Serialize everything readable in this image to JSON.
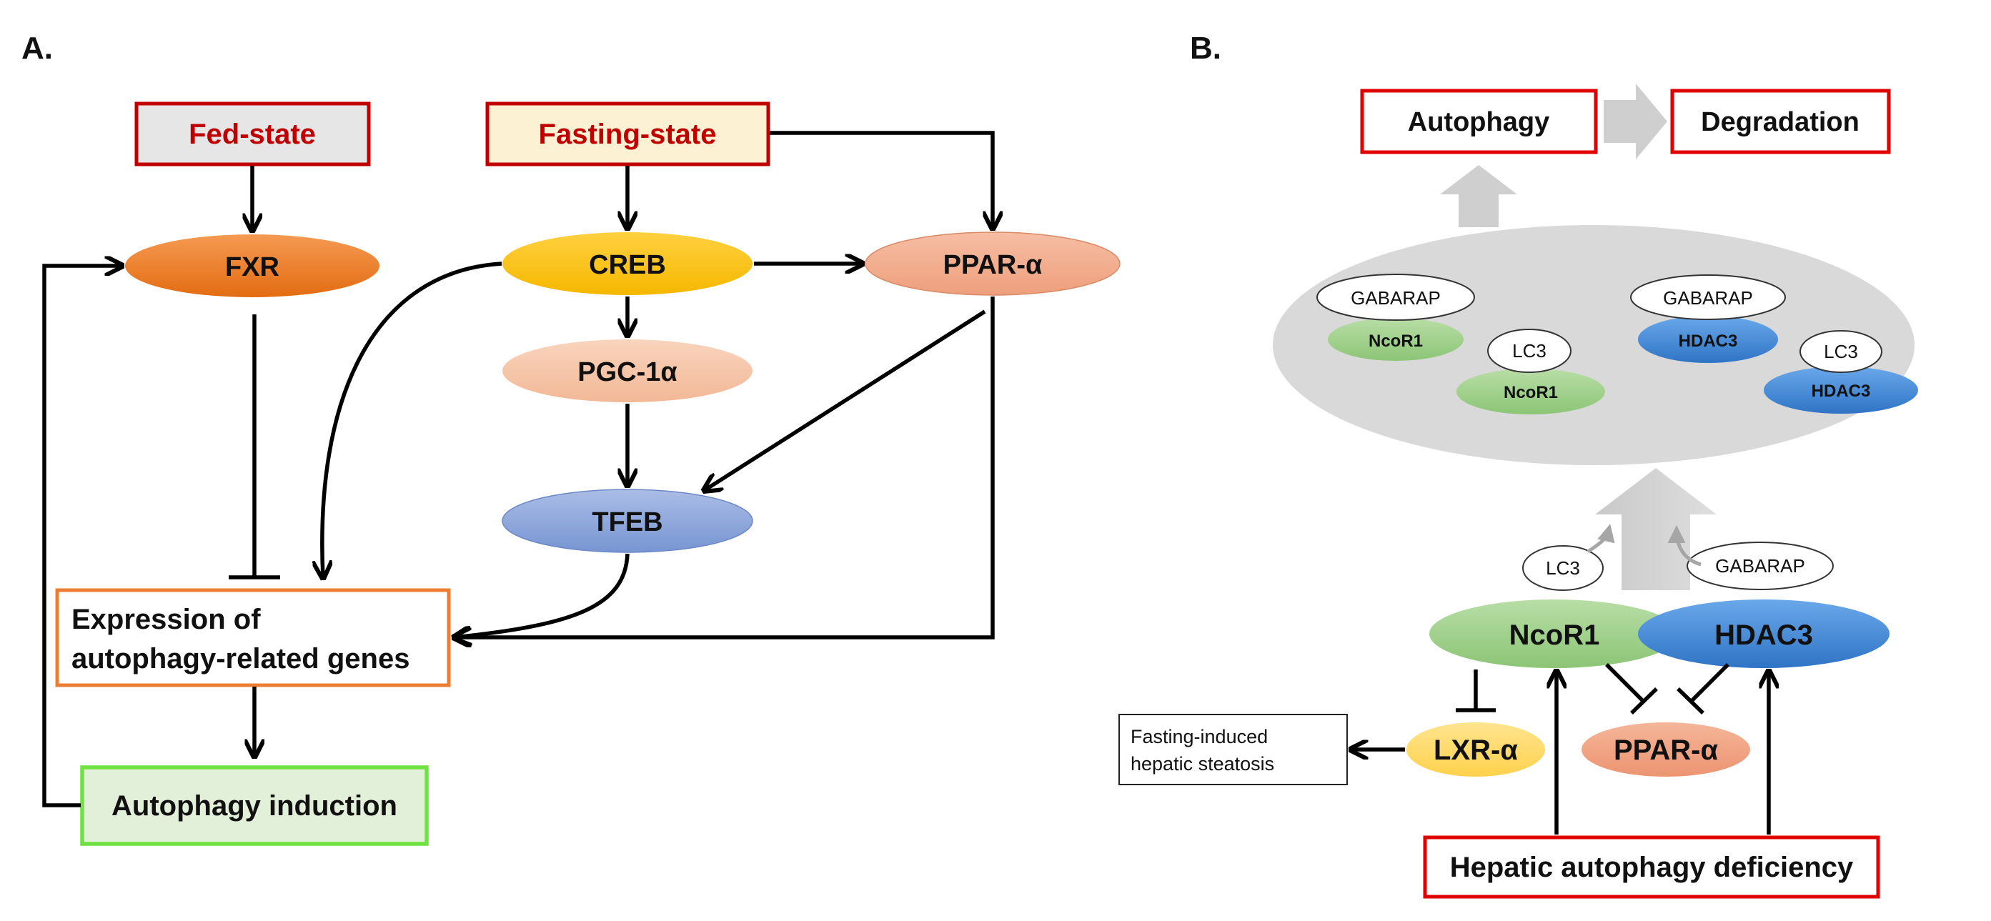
{
  "panels": {
    "a": "A.",
    "b": "B."
  },
  "panel_a": {
    "fed_state": "Fed-state",
    "fasting_state": "Fasting-state",
    "fxr": "FXR",
    "creb": "CREB",
    "ppar_alpha": "PPAR-α",
    "pgc1a": "PGC-1α",
    "tfeb": "TFEB",
    "expression_line1": "Expression of",
    "expression_line2": "autophagy-related genes",
    "autophagy_induction": "Autophagy induction"
  },
  "panel_b": {
    "autophagy": "Autophagy",
    "degradation": "Degradation",
    "complexes": {
      "gabarap_1": "GABARAP",
      "ncor1_1": "NcoR1",
      "lc3_1": "LC3",
      "ncor1_2": "NcoR1",
      "gabarap_2": "GABARAP",
      "hdac3_1": "HDAC3",
      "lc3_2": "LC3",
      "hdac3_2": "HDAC3"
    },
    "lc3_free": "LC3",
    "gabarap_free": "GABARAP",
    "ncor1": "NcoR1",
    "hdac3": "HDAC3",
    "lxr_alpha": "LXR-α",
    "ppar_alpha": "PPAR-α",
    "steatosis_line1": "Fasting-induced",
    "steatosis_line2": "hepatic steatosis",
    "deficiency": "Hepatic autophagy deficiency"
  },
  "colors": {
    "red_border": "#e00000",
    "label_red": "#c00000",
    "fed_fill": "#e6e6e6",
    "fasting_fill": "#fdf1d3",
    "fxr": "#ee7a2a",
    "creb": "#ffc000",
    "ppar": "#f2ab8c",
    "pgc": "#f6c4a6",
    "tfeb": "#8fa9dc",
    "expression_border": "#ed7d31",
    "induction_border": "#6fe241",
    "induction_fill": "#e2efd9",
    "ncor1_green": "#9fd08a",
    "hdac3_blue": "#4a8fd8",
    "lxr_yellow": "#ffd966",
    "vesicle_gray": "#d9d9d9"
  }
}
